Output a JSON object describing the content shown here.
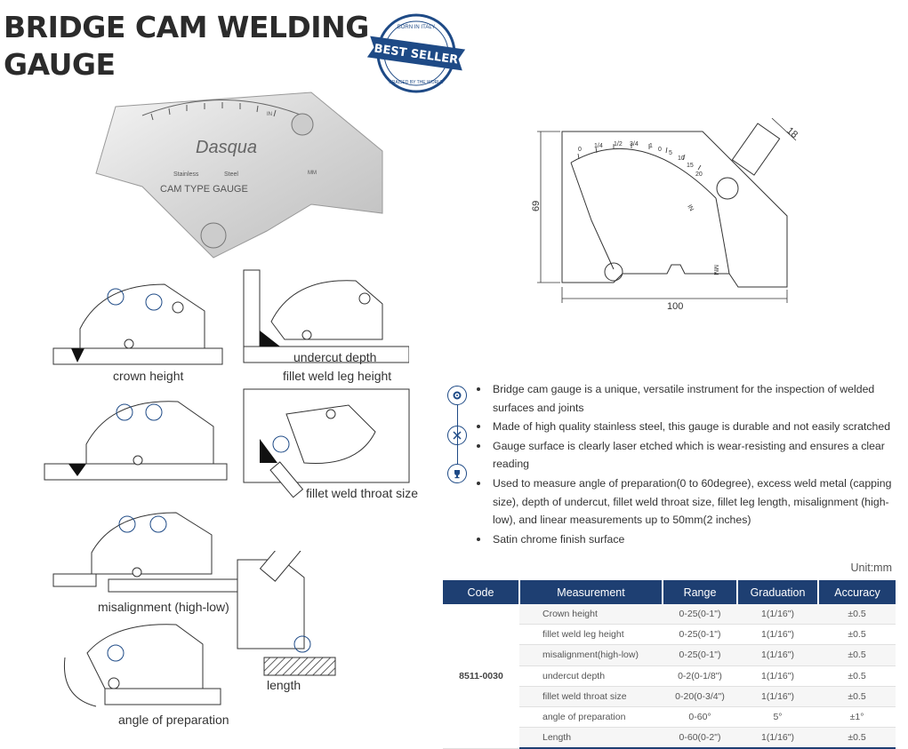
{
  "title": {
    "line1": "BRIDGE CAM WELDING",
    "line2": "GAUGE"
  },
  "badge": {
    "top": "BORN IN ITALY",
    "main": "BEST SELLER",
    "bottom": "PRAISED BY THE WORLD"
  },
  "product_photo": {
    "brand": "Dasqua",
    "line1": "Stainless",
    "line2": "Steel",
    "line3": "CAM  TYPE  GAUGE",
    "unit_in": "IN",
    "unit_mm": "MM"
  },
  "tech_drawing": {
    "dim_height": "69",
    "dim_width": "100",
    "dim_arm": "18",
    "unit_in": "IN",
    "unit_mm": "MM",
    "scale": [
      "0",
      "1/4",
      "1/2",
      "3/4",
      "1",
      "0",
      "5",
      "10",
      "15",
      "20"
    ]
  },
  "figures": [
    {
      "caption": "crown height"
    },
    {
      "caption": "undercut depth"
    },
    {
      "caption": "fillet weld leg height"
    },
    {
      "caption": "fillet weld throat size"
    },
    {
      "caption": "misalignment (high-low)"
    },
    {
      "caption": "length"
    },
    {
      "caption": "angle of preparation"
    }
  ],
  "features": [
    "Bridge cam gauge is a unique, versatile instrument for the inspection of welded surfaces and joints",
    "Made of high quality stainless steel, this gauge is durable and not easily scratched",
    "Gauge surface is clearly laser etched which is wear-resisting and ensures a clear reading",
    "Used to measure angle of preparation(0 to 60degree), excess weld metal (capping size), depth of  undercut, fillet weld throat size, fillet leg length, misalignment  (high-low), and linear measurements  up to 50mm(2 inches)",
    "Satin chrome finish surface"
  ],
  "feature_icons": [
    "gear-icon",
    "tools-icon",
    "trophy-icon"
  ],
  "unit": "Unit:mm",
  "table": {
    "headers": [
      "Code",
      "Measurement",
      "Range",
      "Graduation",
      "Accuracy"
    ],
    "code": "8511-0030",
    "rows": [
      {
        "measurement": "Crown height",
        "range": "0-25(0-1\")",
        "graduation": "1(1/16\")",
        "accuracy": "±0.5"
      },
      {
        "measurement": "fillet weld leg height",
        "range": "0-25(0-1\")",
        "graduation": "1(1/16\")",
        "accuracy": "±0.5"
      },
      {
        "measurement": "misalignment(high-low)",
        "range": "0-25(0-1\")",
        "graduation": "1(1/16\")",
        "accuracy": "±0.5"
      },
      {
        "measurement": "undercut depth",
        "range": "0-2(0-1/8\")",
        "graduation": "1(1/16\")",
        "accuracy": "±0.5"
      },
      {
        "measurement": "fillet weld throat size",
        "range": "0-20(0-3/4\")",
        "graduation": "1(1/16\")",
        "accuracy": "±0.5"
      },
      {
        "measurement": "angle of preparation",
        "range": "0-60°",
        "graduation": "5°",
        "accuracy": "±1°"
      },
      {
        "measurement": "Length",
        "range": "0-60(0-2\")",
        "graduation": "1(1/16\")",
        "accuracy": "±0.5"
      }
    ]
  },
  "colors": {
    "navy": "#1e3f72",
    "badge_blue": "#1e4a86",
    "text": "#333333"
  }
}
